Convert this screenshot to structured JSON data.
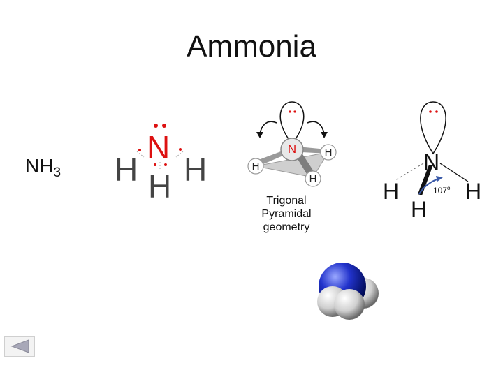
{
  "title": "Ammonia",
  "formula": {
    "base": "NH",
    "sub": "3"
  },
  "lewis": {
    "h_left": "H",
    "h_right": "H",
    "h_bottom": "H",
    "n": "N"
  },
  "model3d": {
    "n": "N",
    "h1": "H",
    "h2": "H",
    "h3": "H",
    "caption": [
      "Trigonal",
      "Pyramidal",
      "geometry"
    ]
  },
  "wedge": {
    "n": "N",
    "h_left": "H",
    "h_right": "H",
    "h_front": "H",
    "angle": "107",
    "angle_unit": "o"
  },
  "colors": {
    "nitrogen": "#d11111",
    "hydrogen": "#555555",
    "angle_arrow": "#3a5aa8"
  },
  "nav": {
    "icon": "back-arrow-icon"
  }
}
